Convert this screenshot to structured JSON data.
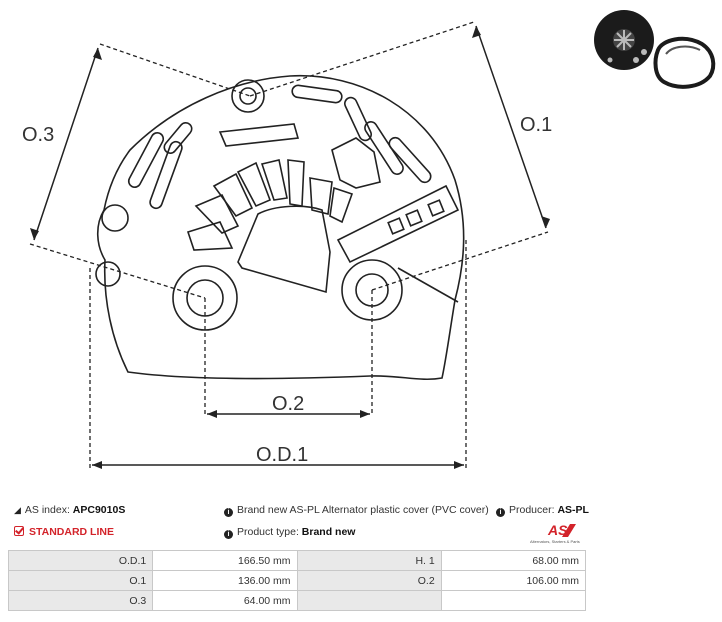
{
  "dimension_labels": {
    "od1": "O.D.1",
    "o1": "O.1",
    "o2": "O.2",
    "o3": "O.3"
  },
  "product": {
    "as_index_label": "AS index:",
    "as_index_value": "APC9010S",
    "line_label": "STANDARD LINE",
    "description": "Brand new AS-PL Alternator plastic cover (PVC cover)",
    "product_type_label": "Product type:",
    "product_type_value": "Brand new",
    "producer_label": "Producer:",
    "producer_value": "AS-PL"
  },
  "logo": {
    "text": "AS",
    "tagline": "Alternators, Starters & Parts"
  },
  "specs": [
    {
      "key": "O.D.1",
      "value": "166.50 mm",
      "key2": "H. 1",
      "value2": "68.00 mm"
    },
    {
      "key": "O.1",
      "value": "136.00 mm",
      "key2": "O.2",
      "value2": "106.00 mm"
    },
    {
      "key": "O.3",
      "value": "64.00 mm",
      "key2": "",
      "value2": ""
    }
  ],
  "colors": {
    "brand_red": "#d3232a",
    "line": "#222222",
    "table_header_bg": "#e9e9e9"
  }
}
